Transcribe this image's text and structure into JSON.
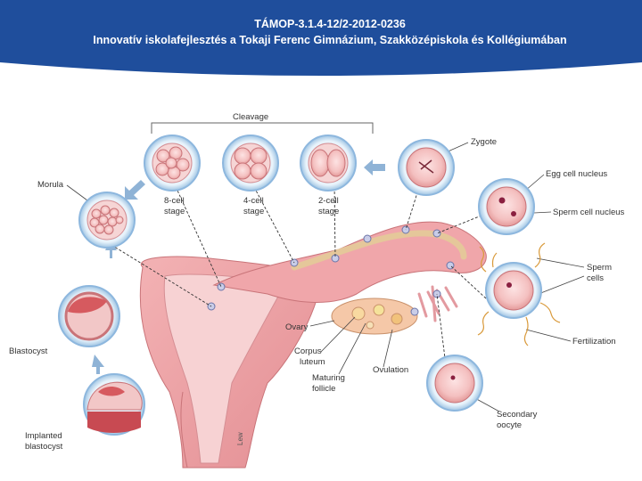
{
  "header": {
    "line1": "TÁMOP-3.1.4-12/2-2012-0236",
    "line2": "Innovatív iskolafejlesztés a Tokaji Ferenc Gimnázium, Szakközépiskola és Kollégiumában",
    "color": "#1f4e9c"
  },
  "labels": {
    "cleavage": "Cleavage",
    "zygote": "Zygote",
    "egg_nucleus": "Egg cell nucleus",
    "sperm_nucleus": "Sperm cell nucleus",
    "sperm_cells_1": "Sperm",
    "sperm_cells_2": "cells",
    "fertilization": "Fertilization",
    "secondary_oocyte_1": "Secondary",
    "secondary_oocyte_2": "oocyte",
    "ovulation": "Ovulation",
    "maturing_follicle_1": "Maturing",
    "maturing_follicle_2": "follicle",
    "corpus_luteum_1": "Corpus",
    "corpus_luteum_2": "luteum",
    "ovary": "Ovary",
    "morula": "Morula",
    "blastocyst": "Blastocyst",
    "implanted_1": "Implanted",
    "implanted_2": "blastocyst",
    "eight_cell_1": "8-cell",
    "eight_cell_2": "stage",
    "four_cell_1": "4-cell",
    "four_cell_2": "stage",
    "two_cell_1": "2-cell",
    "two_cell_2": "stage",
    "signature": "Lew"
  }
}
